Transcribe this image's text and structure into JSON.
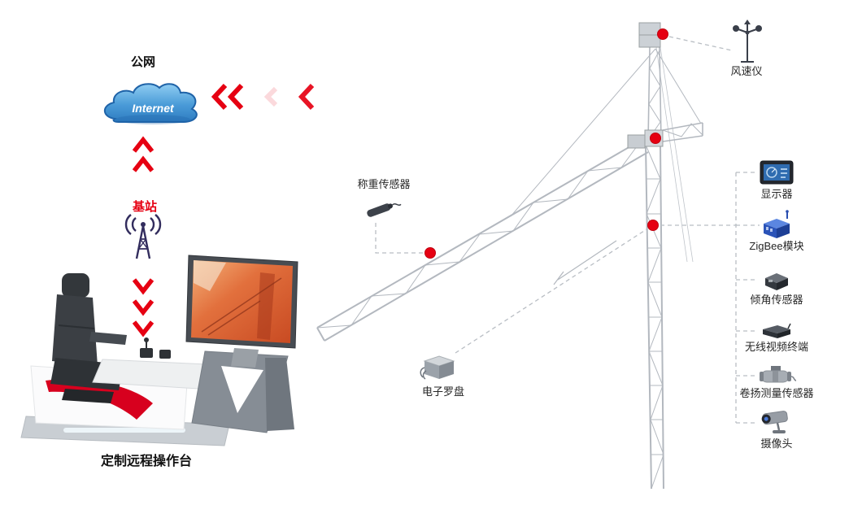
{
  "network": {
    "public_label": "公网",
    "internet_label": "Internet",
    "station_label": "基站",
    "console_label": "定制远程操作台"
  },
  "sensors": {
    "anemometer": "风速仪",
    "weight": "称重传感器",
    "compass": "电子罗盘"
  },
  "devices": [
    {
      "label": "显示器",
      "icon": "display-icon"
    },
    {
      "label": "ZigBee模块",
      "icon": "zigbee-module-icon"
    },
    {
      "label": "倾角传感器",
      "icon": "tilt-sensor-icon"
    },
    {
      "label": "无线视频终端",
      "icon": "wireless-video-terminal-icon"
    },
    {
      "label": "卷扬测量传感器",
      "icon": "hoist-measure-sensor-icon"
    },
    {
      "label": "摄像头",
      "icon": "camera-icon"
    }
  ],
  "colors": {
    "accent_red": "#e60012",
    "crane_gray": "#b3b8bf",
    "connector_gray": "#b9bec4",
    "cloud_blue": "#4a9bd8",
    "antenna_navy": "#332d5e"
  }
}
